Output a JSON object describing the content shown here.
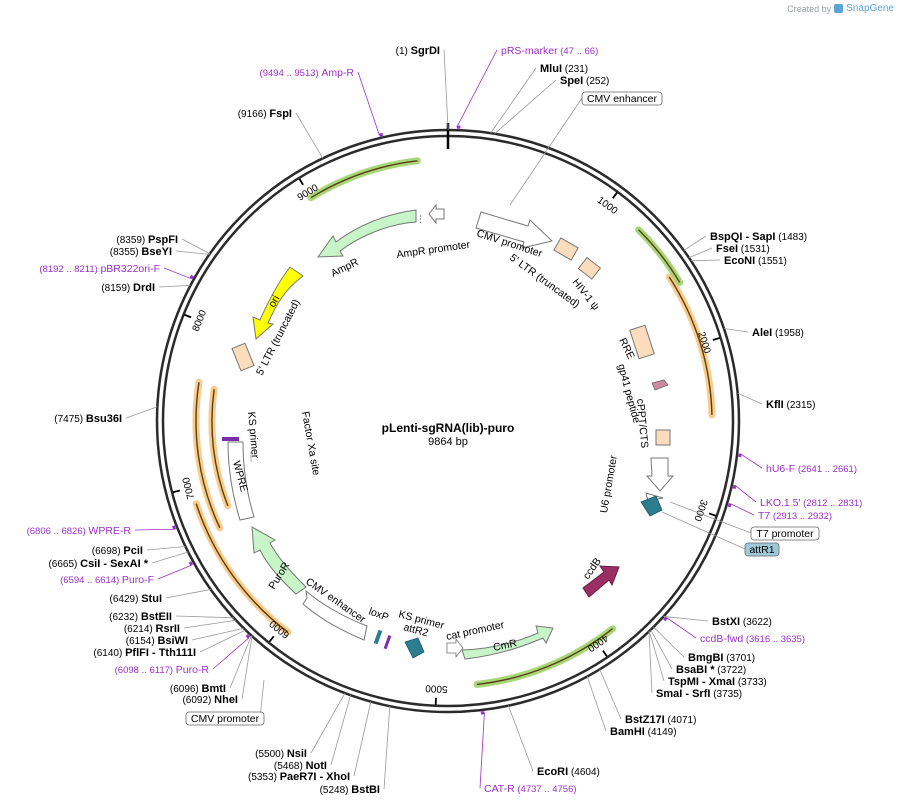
{
  "brand": {
    "created_by": "Created by",
    "name": "SnapGene"
  },
  "plasmid": {
    "name": "pLenti-sgRNA(lib)-puro",
    "length": "9864 bp",
    "total_bp": 9864
  },
  "ticks": [
    "1000",
    "2000",
    "3000",
    "4000",
    "5000",
    "6000",
    "7000",
    "8000",
    "9000"
  ],
  "sites": [
    {
      "pos": "(1)",
      "name": "SgrDI",
      "extra": "",
      "angle": 1
    },
    {
      "pos": "(231)",
      "name": "MluI",
      "extra": "",
      "angle": 231
    },
    {
      "pos": "(252)",
      "name": "SpeI",
      "extra": "",
      "angle": 252
    },
    {
      "pos": "(1483)",
      "name": "BspQI",
      "extra": "- SapI",
      "angle": 1483
    },
    {
      "pos": "(1531)",
      "name": "FseI",
      "extra": "",
      "angle": 1531
    },
    {
      "pos": "(1551)",
      "name": "EcoNI",
      "extra": "",
      "angle": 1551
    },
    {
      "pos": "(1958)",
      "name": "AleI",
      "extra": "",
      "angle": 1958
    },
    {
      "pos": "(2315)",
      "name": "KflI",
      "extra": "",
      "angle": 2315
    },
    {
      "pos": "(3622)",
      "name": "BstXI",
      "extra": "",
      "angle": 3622
    },
    {
      "pos": "(3701)",
      "name": "BmgBI",
      "extra": "",
      "angle": 3701
    },
    {
      "pos": "(3722)",
      "name": "BsaBI *",
      "extra": "",
      "angle": 3722
    },
    {
      "pos": "(3733)",
      "name": "TspMI",
      "extra": "- XmaI",
      "angle": 3733
    },
    {
      "pos": "(3735)",
      "name": "SmaI",
      "extra": "- SrfI",
      "angle": 3735
    },
    {
      "pos": "(4071)",
      "name": "BstZ17I",
      "extra": "",
      "angle": 4071
    },
    {
      "pos": "(4149)",
      "name": "BamHI",
      "extra": "",
      "angle": 4149
    },
    {
      "pos": "(4604)",
      "name": "EcoRI",
      "extra": "",
      "angle": 4604
    },
    {
      "pos": "(5248)",
      "name": "BstBI",
      "extra": "",
      "angle": 5248
    },
    {
      "pos": "(5353)",
      "name": "PaeR7I",
      "extra": "- XhoI",
      "angle": 5353
    },
    {
      "pos": "(5468)",
      "name": "NotI",
      "extra": "",
      "angle": 5468
    },
    {
      "pos": "(5500)",
      "name": "NsiI",
      "extra": "",
      "angle": 5500
    },
    {
      "pos": "(6092)",
      "name": "NheI",
      "extra": "",
      "angle": 6092
    },
    {
      "pos": "(6096)",
      "name": "BmtI",
      "extra": "",
      "angle": 6096
    },
    {
      "pos": "(6140)",
      "name": "PflFI",
      "extra": "- Tth111I",
      "angle": 6140
    },
    {
      "pos": "(6154)",
      "name": "BsiWI",
      "extra": "",
      "angle": 6154
    },
    {
      "pos": "(6214)",
      "name": "RsrII",
      "extra": "",
      "angle": 6214
    },
    {
      "pos": "(6232)",
      "name": "BstEII",
      "extra": "",
      "angle": 6232
    },
    {
      "pos": "(6429)",
      "name": "StuI",
      "extra": "",
      "angle": 6429
    },
    {
      "pos": "(6665)",
      "name": "CsiI",
      "extra": "- SexAI *",
      "angle": 6665
    },
    {
      "pos": "(6698)",
      "name": "PciI",
      "extra": "",
      "angle": 6698
    },
    {
      "pos": "(7475)",
      "name": "Bsu36I",
      "extra": "",
      "angle": 7475
    },
    {
      "pos": "(8159)",
      "name": "DrdI",
      "extra": "",
      "angle": 8159
    },
    {
      "pos": "(8355)",
      "name": "BseYI",
      "extra": "",
      "angle": 8355
    },
    {
      "pos": "(8359)",
      "name": "PspFI",
      "extra": "",
      "angle": 8359
    },
    {
      "pos": "(9166)",
      "name": "FspI",
      "extra": "",
      "angle": 9166
    }
  ],
  "primers": [
    {
      "name": "pRS-marker",
      "range": "(47 .. 66)",
      "start": 47
    },
    {
      "name": "Amp-R",
      "range": "(9494 .. 9513)",
      "start": 9494
    },
    {
      "name": "pBR322ori-F",
      "range": "(8192 .. 8211)",
      "start": 8192
    },
    {
      "name": "hU6-F",
      "range": "(2641 .. 2661)",
      "start": 2641
    },
    {
      "name": "LKO.1 5'",
      "range": "(2812 .. 2831)",
      "start": 2812
    },
    {
      "name": "T7",
      "range": "(2913 .. 2932)",
      "start": 2913
    },
    {
      "name": "ccdB-fwd",
      "range": "(3616 .. 3635)",
      "start": 3616
    },
    {
      "name": "CAT-R",
      "range": "(4737 .. 4756)",
      "start": 4737
    },
    {
      "name": "WPRE-R",
      "range": "(6806 .. 6826)",
      "start": 6806
    },
    {
      "name": "Puro-F",
      "range": "(6594 .. 6614)",
      "start": 6594
    },
    {
      "name": "Puro-R",
      "range": "(6098 .. 6117)",
      "start": 6098
    }
  ],
  "boxed": {
    "cmv_top": "CMV enhancer",
    "t7": "T7 promoter",
    "attr1": "attR1",
    "cmv_bottom": "CMV promoter"
  },
  "features": {
    "cmv_promoter": "CMV promoter",
    "ltr5": "5' LTR (truncated)",
    "hiv": "HIV-1 ψ",
    "rre": "RRE",
    "gp41": "gp41 peptide",
    "cppt": "cPPT/CTS",
    "u6": "U6 promoter",
    "ccdb": "ccdB",
    "cat_promoter": "cat promoter",
    "cmr": "CmR",
    "ks_primer_a": "KS primer",
    "attr2": "attR2",
    "loxp": "loxP",
    "cmv_enhancer": "CMV enhancer",
    "puror": "PuroR",
    "wpre": "WPRE",
    "ks_primer_b": "KS primer",
    "factor_xa": "Factor Xa site",
    "ltr5_left": "5' LTR (truncated)",
    "ori": "ori",
    "ampr": "AmpR",
    "ampr_promoter": "AmpR promoter"
  },
  "colors": {
    "backbone": "#2b2b2b",
    "primer": "#9b30c8",
    "orf_orange": "#f7c680",
    "orf_green": "#9ed36a",
    "promoter_fill": "#ffffff",
    "ltr_fill": "#fbdcbc",
    "ori_fill": "#ffff00",
    "ampr_fill": "#c8f5c8",
    "ccdb_fill": "#9a2f63",
    "teal": "#2c7d8d",
    "attr1_fill": "#9fc9d8"
  }
}
